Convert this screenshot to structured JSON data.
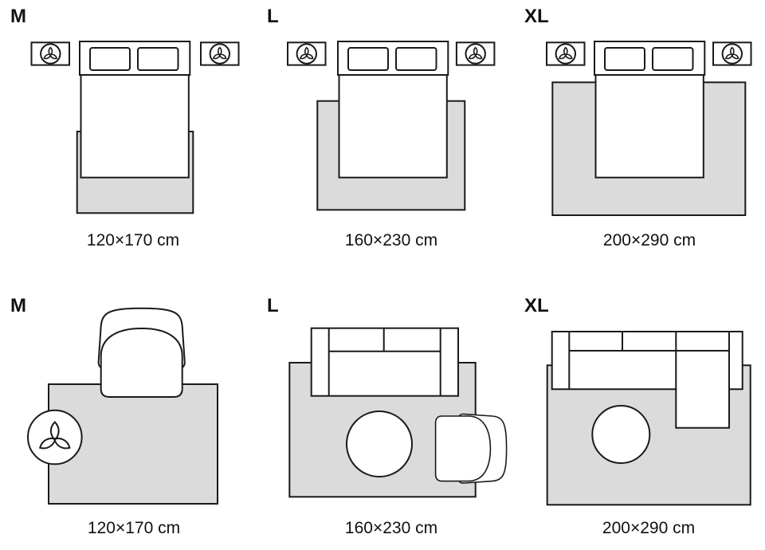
{
  "colors": {
    "line": "#1a1a1a",
    "rug_fill": "#dbdbdb",
    "furniture_fill": "#ffffff",
    "text": "#111111",
    "background": "#ffffff"
  },
  "sections": [
    {
      "name": "bedroom-rug-sizes",
      "diagrams": [
        {
          "size_label": "M",
          "dimensions": "120×170 cm"
        },
        {
          "size_label": "L",
          "dimensions": "160×230 cm"
        },
        {
          "size_label": "XL",
          "dimensions": "200×290 cm"
        }
      ]
    },
    {
      "name": "living-room-rug-sizes",
      "diagrams": [
        {
          "size_label": "M",
          "dimensions": "120×170 cm"
        },
        {
          "size_label": "L",
          "dimensions": "160×230 cm"
        },
        {
          "size_label": "XL",
          "dimensions": "200×290 cm"
        }
      ]
    }
  ],
  "icons": {
    "plant": "plant-icon"
  }
}
